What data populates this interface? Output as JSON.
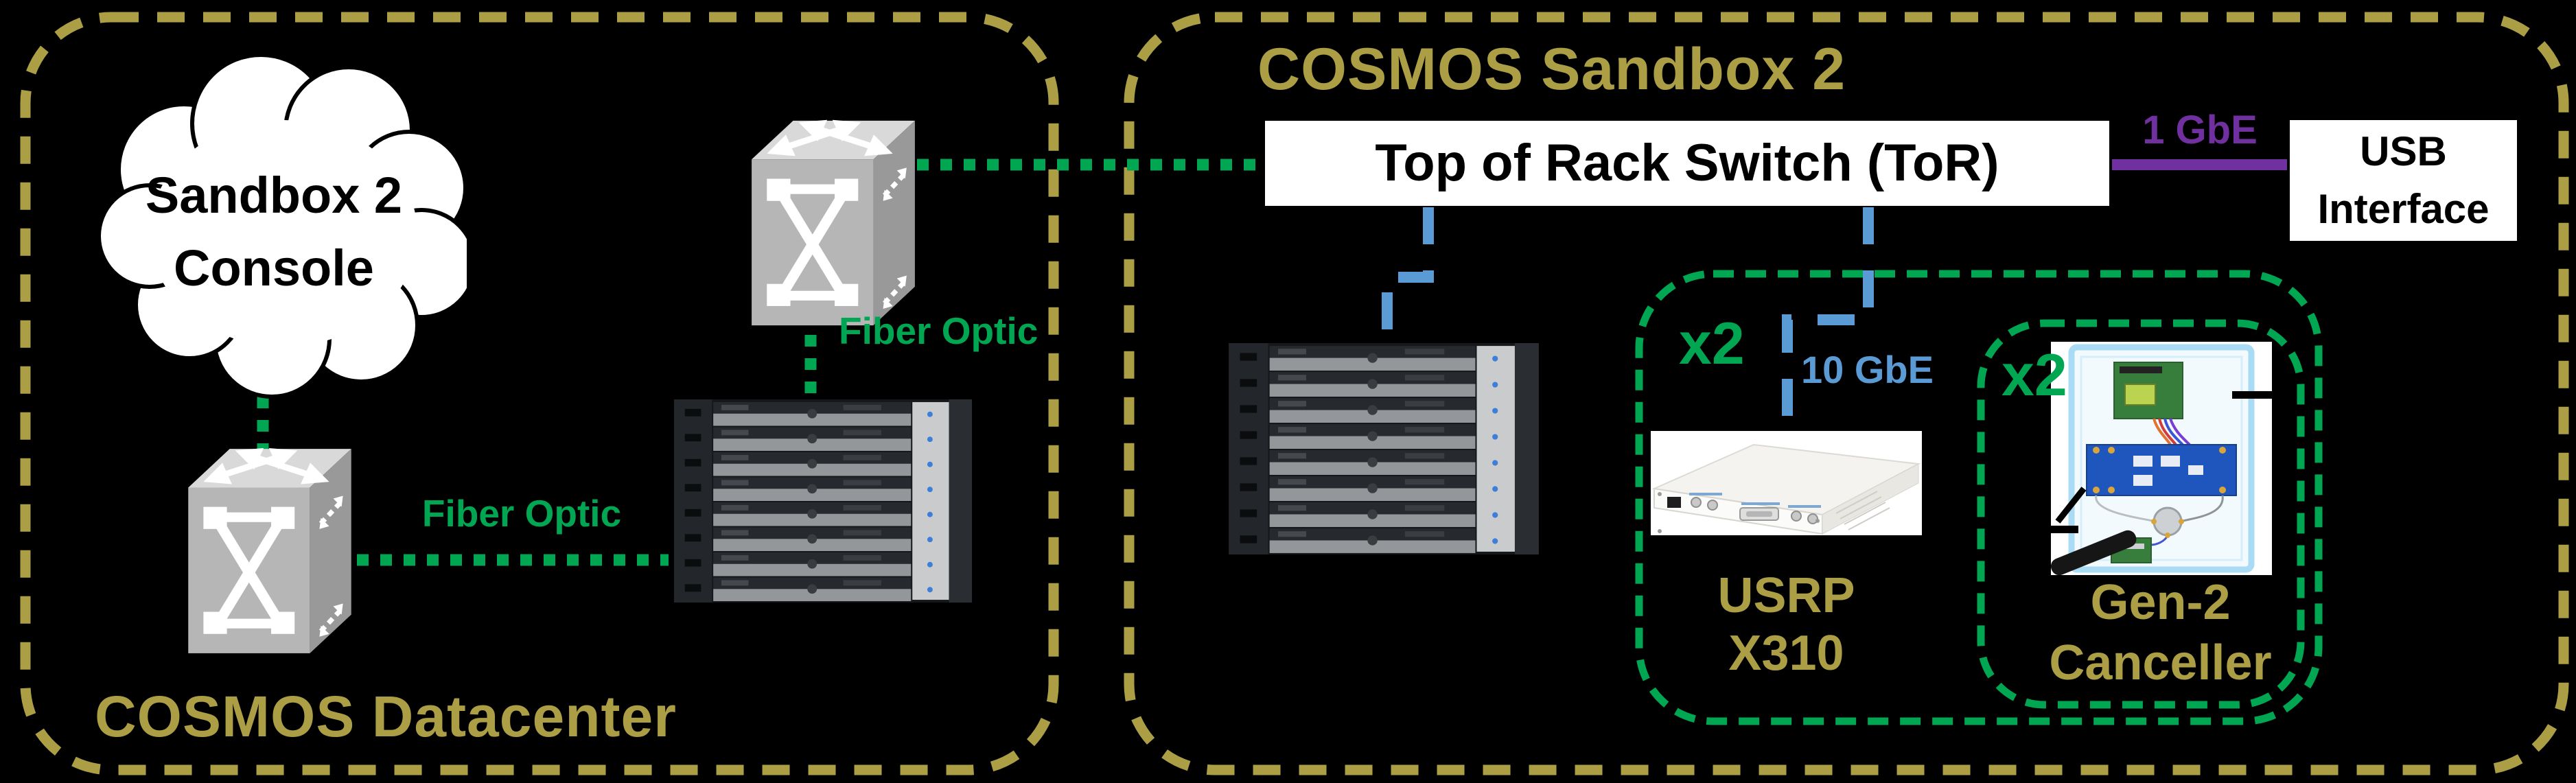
{
  "colors": {
    "background": "#000000",
    "olive": "#AB9E45",
    "green": "#00A651",
    "blue": "#5B9BD5",
    "purple": "#7030A0",
    "box_fill": "#FFFFFF",
    "text_black": "#000000"
  },
  "datacenter": {
    "label": "COSMOS Datacenter",
    "cloud": {
      "line1": "Sandbox 2",
      "line2": "Console"
    },
    "fiber_link_1": {
      "label": "Fiber Optic"
    },
    "fiber_link_2": {
      "label": "Fiber Optic"
    },
    "icons": {
      "switch_1": "network-switch-icon",
      "switch_2": "network-switch-icon",
      "rack": "server-rack-image",
      "cloud": "cloud-icon"
    }
  },
  "sandbox": {
    "title": "COSMOS Sandbox 2",
    "tor": {
      "label": "Top of Rack Switch (ToR)"
    },
    "link_1gbe": {
      "label": "1 GbE"
    },
    "usb_box": {
      "line1": "USB",
      "line2": "Interface"
    },
    "link_10gbe": {
      "label": "10 GbE"
    },
    "rack_icon": "server-rack-image",
    "usrp": {
      "multiplier": "x2",
      "name_line1": "USRP",
      "name_line2": "X310",
      "icon": "usrp-x310-image"
    },
    "canceller": {
      "multiplier": "x2",
      "name_line1": "Gen-2",
      "name_line2": "Canceller",
      "icon": "gen2-canceller-image"
    }
  }
}
